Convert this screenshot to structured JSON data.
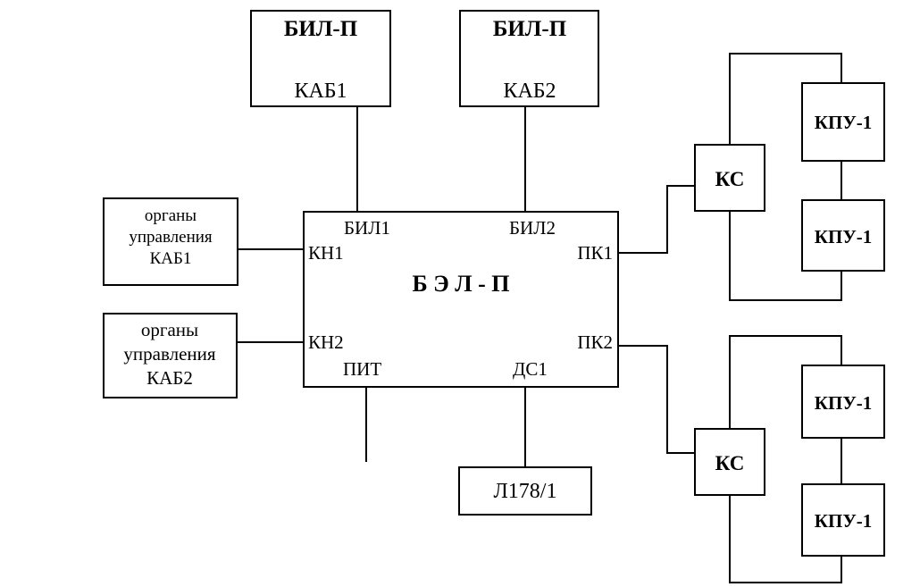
{
  "blocks": {
    "bil_p_1": {
      "title": "БИЛ-П",
      "label": "КАБ1"
    },
    "bil_p_2": {
      "title": "БИЛ-П",
      "label": "КАБ2"
    },
    "controls_1": {
      "line1": "органы",
      "line2": "управления",
      "line3": "КАБ1"
    },
    "controls_2": {
      "line1": "органы",
      "line2": "управления",
      "line3": "КАБ2"
    },
    "bel_p": {
      "title": "Б Э Л - П",
      "ports": {
        "bil1": "БИЛ1",
        "bil2": "БИЛ2",
        "kn1": "КН1",
        "kn2": "КН2",
        "pk1": "ПК1",
        "pk2": "ПК2",
        "pit": "ПИТ",
        "ds1": "ДС1"
      }
    },
    "l178": {
      "label": "Л178/1"
    },
    "ks_1": {
      "label": "КС"
    },
    "ks_2": {
      "label": "КС"
    },
    "kpu_1": {
      "label": "КПУ-1"
    },
    "kpu_2": {
      "label": "КПУ-1"
    },
    "kpu_3": {
      "label": "КПУ-1"
    },
    "kpu_4": {
      "label": "КПУ-1"
    }
  }
}
